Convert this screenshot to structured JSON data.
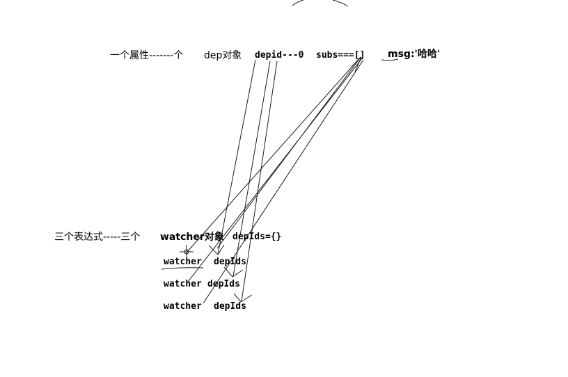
{
  "top_row": {
    "property_label": "一个属性-------个",
    "dep_object_label": "dep对象",
    "depid_label": "depid---0",
    "subs_label": "subs===[]",
    "msg_label": "msg:'哈哈'"
  },
  "bottom_row": {
    "expressions_label": "三个表达式-----三个",
    "watcher_object_label": "watcher对象",
    "depids_label": "depIds={}"
  },
  "watchers": [
    {
      "name": "watcher",
      "dep_ids": "depIds"
    },
    {
      "name": "watcher",
      "dep_ids": "depIds"
    },
    {
      "name": "watcher",
      "dep_ids": "depIds"
    }
  ]
}
